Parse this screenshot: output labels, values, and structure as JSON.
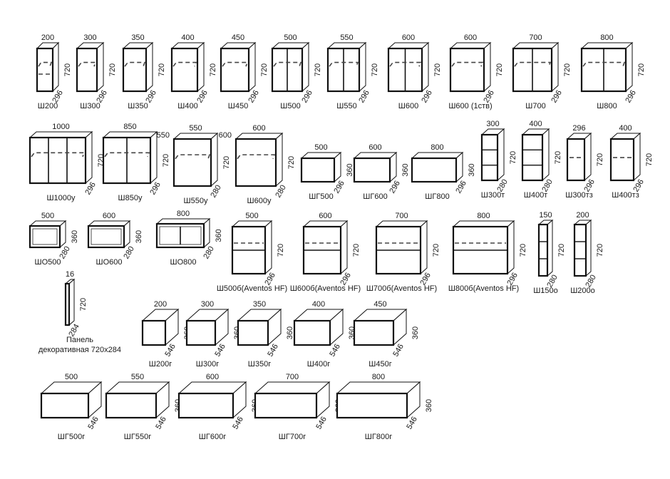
{
  "items": [
    {
      "id": "sh200",
      "label": "Ш200",
      "w": "200",
      "h": "720",
      "d": "296",
      "type": "wall1",
      "shelf": true
    },
    {
      "id": "sh300",
      "label": "Ш300",
      "w": "300",
      "h": "720",
      "d": "296",
      "type": "wall1",
      "shelf": true
    },
    {
      "id": "sh350",
      "label": "Ш350",
      "w": "350",
      "h": "720",
      "d": "296",
      "type": "wall1",
      "shelf": true
    },
    {
      "id": "sh400",
      "label": "Ш400",
      "w": "400",
      "h": "720",
      "d": "296",
      "type": "wall1",
      "shelf": true
    },
    {
      "id": "sh450",
      "label": "Ш450",
      "w": "450",
      "h": "720",
      "d": "296",
      "type": "wall1",
      "shelf": true
    },
    {
      "id": "sh500",
      "label": "Ш500",
      "w": "500",
      "h": "720",
      "d": "296",
      "type": "wall2",
      "shelf": true
    },
    {
      "id": "sh550",
      "label": "Ш550",
      "w": "550",
      "h": "720",
      "d": "296",
      "type": "wall2",
      "shelf": true
    },
    {
      "id": "sh600",
      "label": "Ш600",
      "w": "600",
      "h": "720",
      "d": "296",
      "type": "wall2",
      "shelf": true
    },
    {
      "id": "sh600_1",
      "label": "Ш600 (1ств)",
      "w": "600",
      "h": "720",
      "d": "296",
      "type": "wall1",
      "shelf": true
    },
    {
      "id": "sh700",
      "label": "Ш700",
      "w": "700",
      "h": "720",
      "d": "296",
      "type": "wall2",
      "shelf": true
    },
    {
      "id": "sh800",
      "label": "Ш800",
      "w": "800",
      "h": "720",
      "d": "296",
      "type": "wall2",
      "shelf": true
    },
    {
      "id": "sh1000u",
      "label": "Ш1000у",
      "w": "1000",
      "h": "720",
      "d": "296",
      "type": "wall3",
      "shelf": true
    },
    {
      "id": "sh850u",
      "label": "Ш850у",
      "w": "850",
      "h": "720",
      "d": "296",
      "type": "wall2",
      "shelf": true
    },
    {
      "id": "sh550u",
      "label": "Ш550у",
      "w": "550",
      "w2": "550",
      "h": "720",
      "d": "280",
      "type": "corner"
    },
    {
      "id": "sh600u",
      "label": "Ш600у",
      "w": "600",
      "w2": "600",
      "h": "720",
      "d": "280",
      "type": "corner"
    },
    {
      "id": "shg500",
      "label": "ШГ500",
      "w": "500",
      "h": "360",
      "d": "296",
      "type": "lift"
    },
    {
      "id": "shg600",
      "label": "ШГ600",
      "w": "600",
      "h": "360",
      "d": "296",
      "type": "lift"
    },
    {
      "id": "shg800",
      "label": "ШГ800",
      "w": "800",
      "h": "360",
      "d": "296",
      "type": "lift"
    },
    {
      "id": "sh300t",
      "label": "Ш300т",
      "w": "300",
      "h": "720",
      "d": "280",
      "type": "endshelf"
    },
    {
      "id": "sh400t",
      "label": "Ш400т",
      "w": "400",
      "h": "720",
      "d": "280",
      "type": "endshelf"
    },
    {
      "id": "sh300tz",
      "label": "Ш300тз",
      "w": "296",
      "h": "720",
      "d": "296",
      "type": "endclosed"
    },
    {
      "id": "sh400tz",
      "label": "Ш400тз",
      "w": "400",
      "h": "720",
      "d": "296",
      "type": "endclosed"
    },
    {
      "id": "sho500",
      "label": "ШО500",
      "w": "500",
      "h": "360",
      "d": "280",
      "type": "open"
    },
    {
      "id": "sho600",
      "label": "ШО600",
      "w": "600",
      "h": "360",
      "d": "280",
      "type": "open"
    },
    {
      "id": "sho800",
      "label": "ШО800",
      "w": "800",
      "h": "360",
      "d": "280",
      "type": "open2"
    },
    {
      "id": "sh500b",
      "label": "Ш500б(Aventos HF)",
      "w": "500",
      "h": "720",
      "d": "296",
      "type": "aventos"
    },
    {
      "id": "sh600b",
      "label": "Ш600б(Aventos HF)",
      "w": "600",
      "h": "720",
      "d": "296",
      "type": "aventos"
    },
    {
      "id": "sh700b",
      "label": "Ш700б(Aventos HF)",
      "w": "700",
      "h": "720",
      "d": "296",
      "type": "aventos"
    },
    {
      "id": "sh800b",
      "label": "Ш800б(Aventos HF)",
      "w": "800",
      "h": "720",
      "d": "296",
      "type": "aventos"
    },
    {
      "id": "sh150o",
      "label": "Ш150о",
      "w": "150",
      "h": "720",
      "d": "280",
      "type": "openshelf"
    },
    {
      "id": "sh200o",
      "label": "Ш200о",
      "w": "200",
      "h": "720",
      "d": "280",
      "type": "openshelf"
    },
    {
      "id": "panel",
      "label": "Панель декоративная 720х284",
      "label_line1": "Панель",
      "label_line2": "декоративная 720х284",
      "w": "16",
      "h": "720",
      "d": "284",
      "type": "panel"
    },
    {
      "id": "sh200g",
      "label": "Ш200г",
      "w": "200",
      "h": "360",
      "d": "546",
      "type": "deep"
    },
    {
      "id": "sh300g",
      "label": "Ш300г",
      "w": "300",
      "h": "360",
      "d": "546",
      "type": "deep"
    },
    {
      "id": "sh350g",
      "label": "Ш350г",
      "w": "350",
      "h": "360",
      "d": "546",
      "type": "deep"
    },
    {
      "id": "sh400g",
      "label": "Ш400г",
      "w": "400",
      "h": "360",
      "d": "546",
      "type": "deep"
    },
    {
      "id": "sh450g",
      "label": "Ш450г",
      "w": "450",
      "h": "360",
      "d": "546",
      "type": "deep"
    },
    {
      "id": "shg500g",
      "label": "ШГ500г",
      "w": "500",
      "h": "360",
      "d": "546",
      "type": "deeplift"
    },
    {
      "id": "shg550g",
      "label": "ШГ550г",
      "w": "550",
      "h": "360",
      "d": "546",
      "type": "deeplift"
    },
    {
      "id": "shg600g",
      "label": "ШГ600г",
      "w": "600",
      "h": "360",
      "d": "546",
      "type": "deeplift"
    },
    {
      "id": "shg700g",
      "label": "ШГ700г",
      "w": "700",
      "h": "360",
      "d": "546",
      "type": "deeplift"
    },
    {
      "id": "shg800g",
      "label": "ШГ800г",
      "w": "800",
      "h": "360",
      "d": "546",
      "type": "deeplift"
    }
  ]
}
